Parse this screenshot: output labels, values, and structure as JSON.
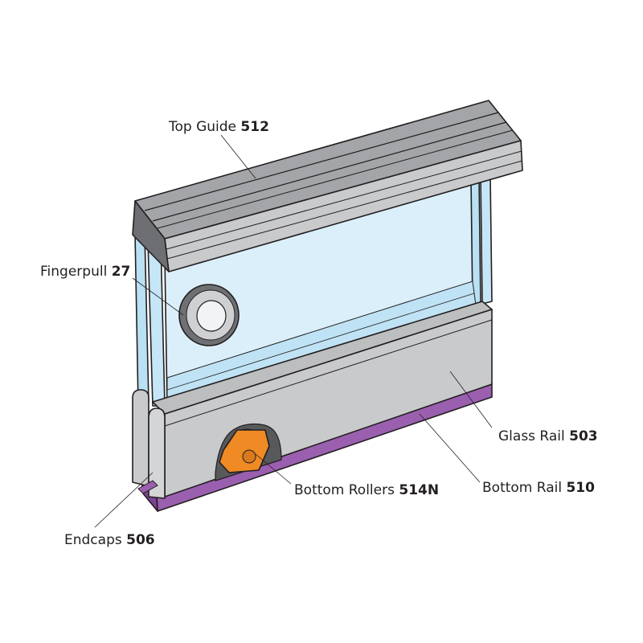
{
  "labels": {
    "top_guide": {
      "name": "Top Guide",
      "code": "512"
    },
    "fingerpull": {
      "name": "Fingerpull",
      "code": "27"
    },
    "glass_rail": {
      "name": "Glass Rail",
      "code": "503"
    },
    "bottom_rail": {
      "name": "Bottom Rail",
      "code": "510"
    },
    "bottom_rollers": {
      "name": "Bottom Rollers",
      "code": "514N"
    },
    "endcaps": {
      "name": "Endcaps",
      "code": "506"
    }
  },
  "colors": {
    "aluminium": "#c8c9cb",
    "aluminium_dark": "#a6a8ab",
    "glass": "#dbeffb",
    "glass_edge": "#9ecfe9",
    "bottom_rail": "#9b5fb0",
    "roller": "#f08a24"
  }
}
